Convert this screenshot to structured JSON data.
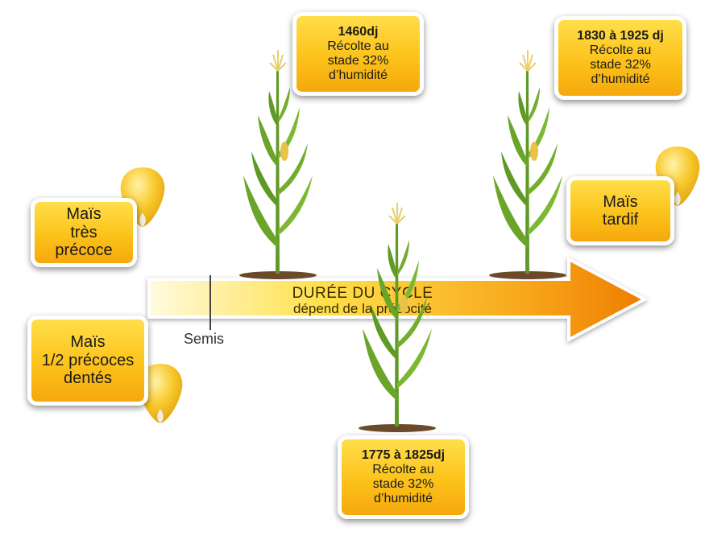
{
  "arrow": {
    "title": "DURÉE DU CYCLE",
    "subtitle": "dépend de la précocité"
  },
  "semis": {
    "label": "Semis"
  },
  "varieties": {
    "tres_precoce": {
      "line1": "Maïs",
      "line2": "très",
      "line3": "précoce"
    },
    "demi_precoce": {
      "line1": "Maïs",
      "line2": "1/2 précoces",
      "line3": "dentés"
    },
    "tardif": {
      "line1": "Maïs",
      "line2": "tardif"
    }
  },
  "harvests": {
    "early": {
      "dj": "1460dj",
      "line1": "Récolte au",
      "line2": "stade 32%",
      "line3": "d’humidité"
    },
    "mid": {
      "dj": "1775 à 1825dj",
      "line1": "Récolte au",
      "line2": "stade 32%",
      "line3": "d’humidité"
    },
    "late": {
      "dj": "1830 à 1925 dj",
      "line1": "Récolte au",
      "line2": "stade 32%",
      "line3": "d’humidité"
    }
  },
  "colors": {
    "box_top": "#ffde4a",
    "box_bottom": "#f5a80d",
    "arrow_start": "#fff6b0",
    "arrow_end": "#ee7d00",
    "plant_green": "#6aa52a"
  },
  "icons": [
    "corn-kernel-icon",
    "corn-plant-icon"
  ]
}
